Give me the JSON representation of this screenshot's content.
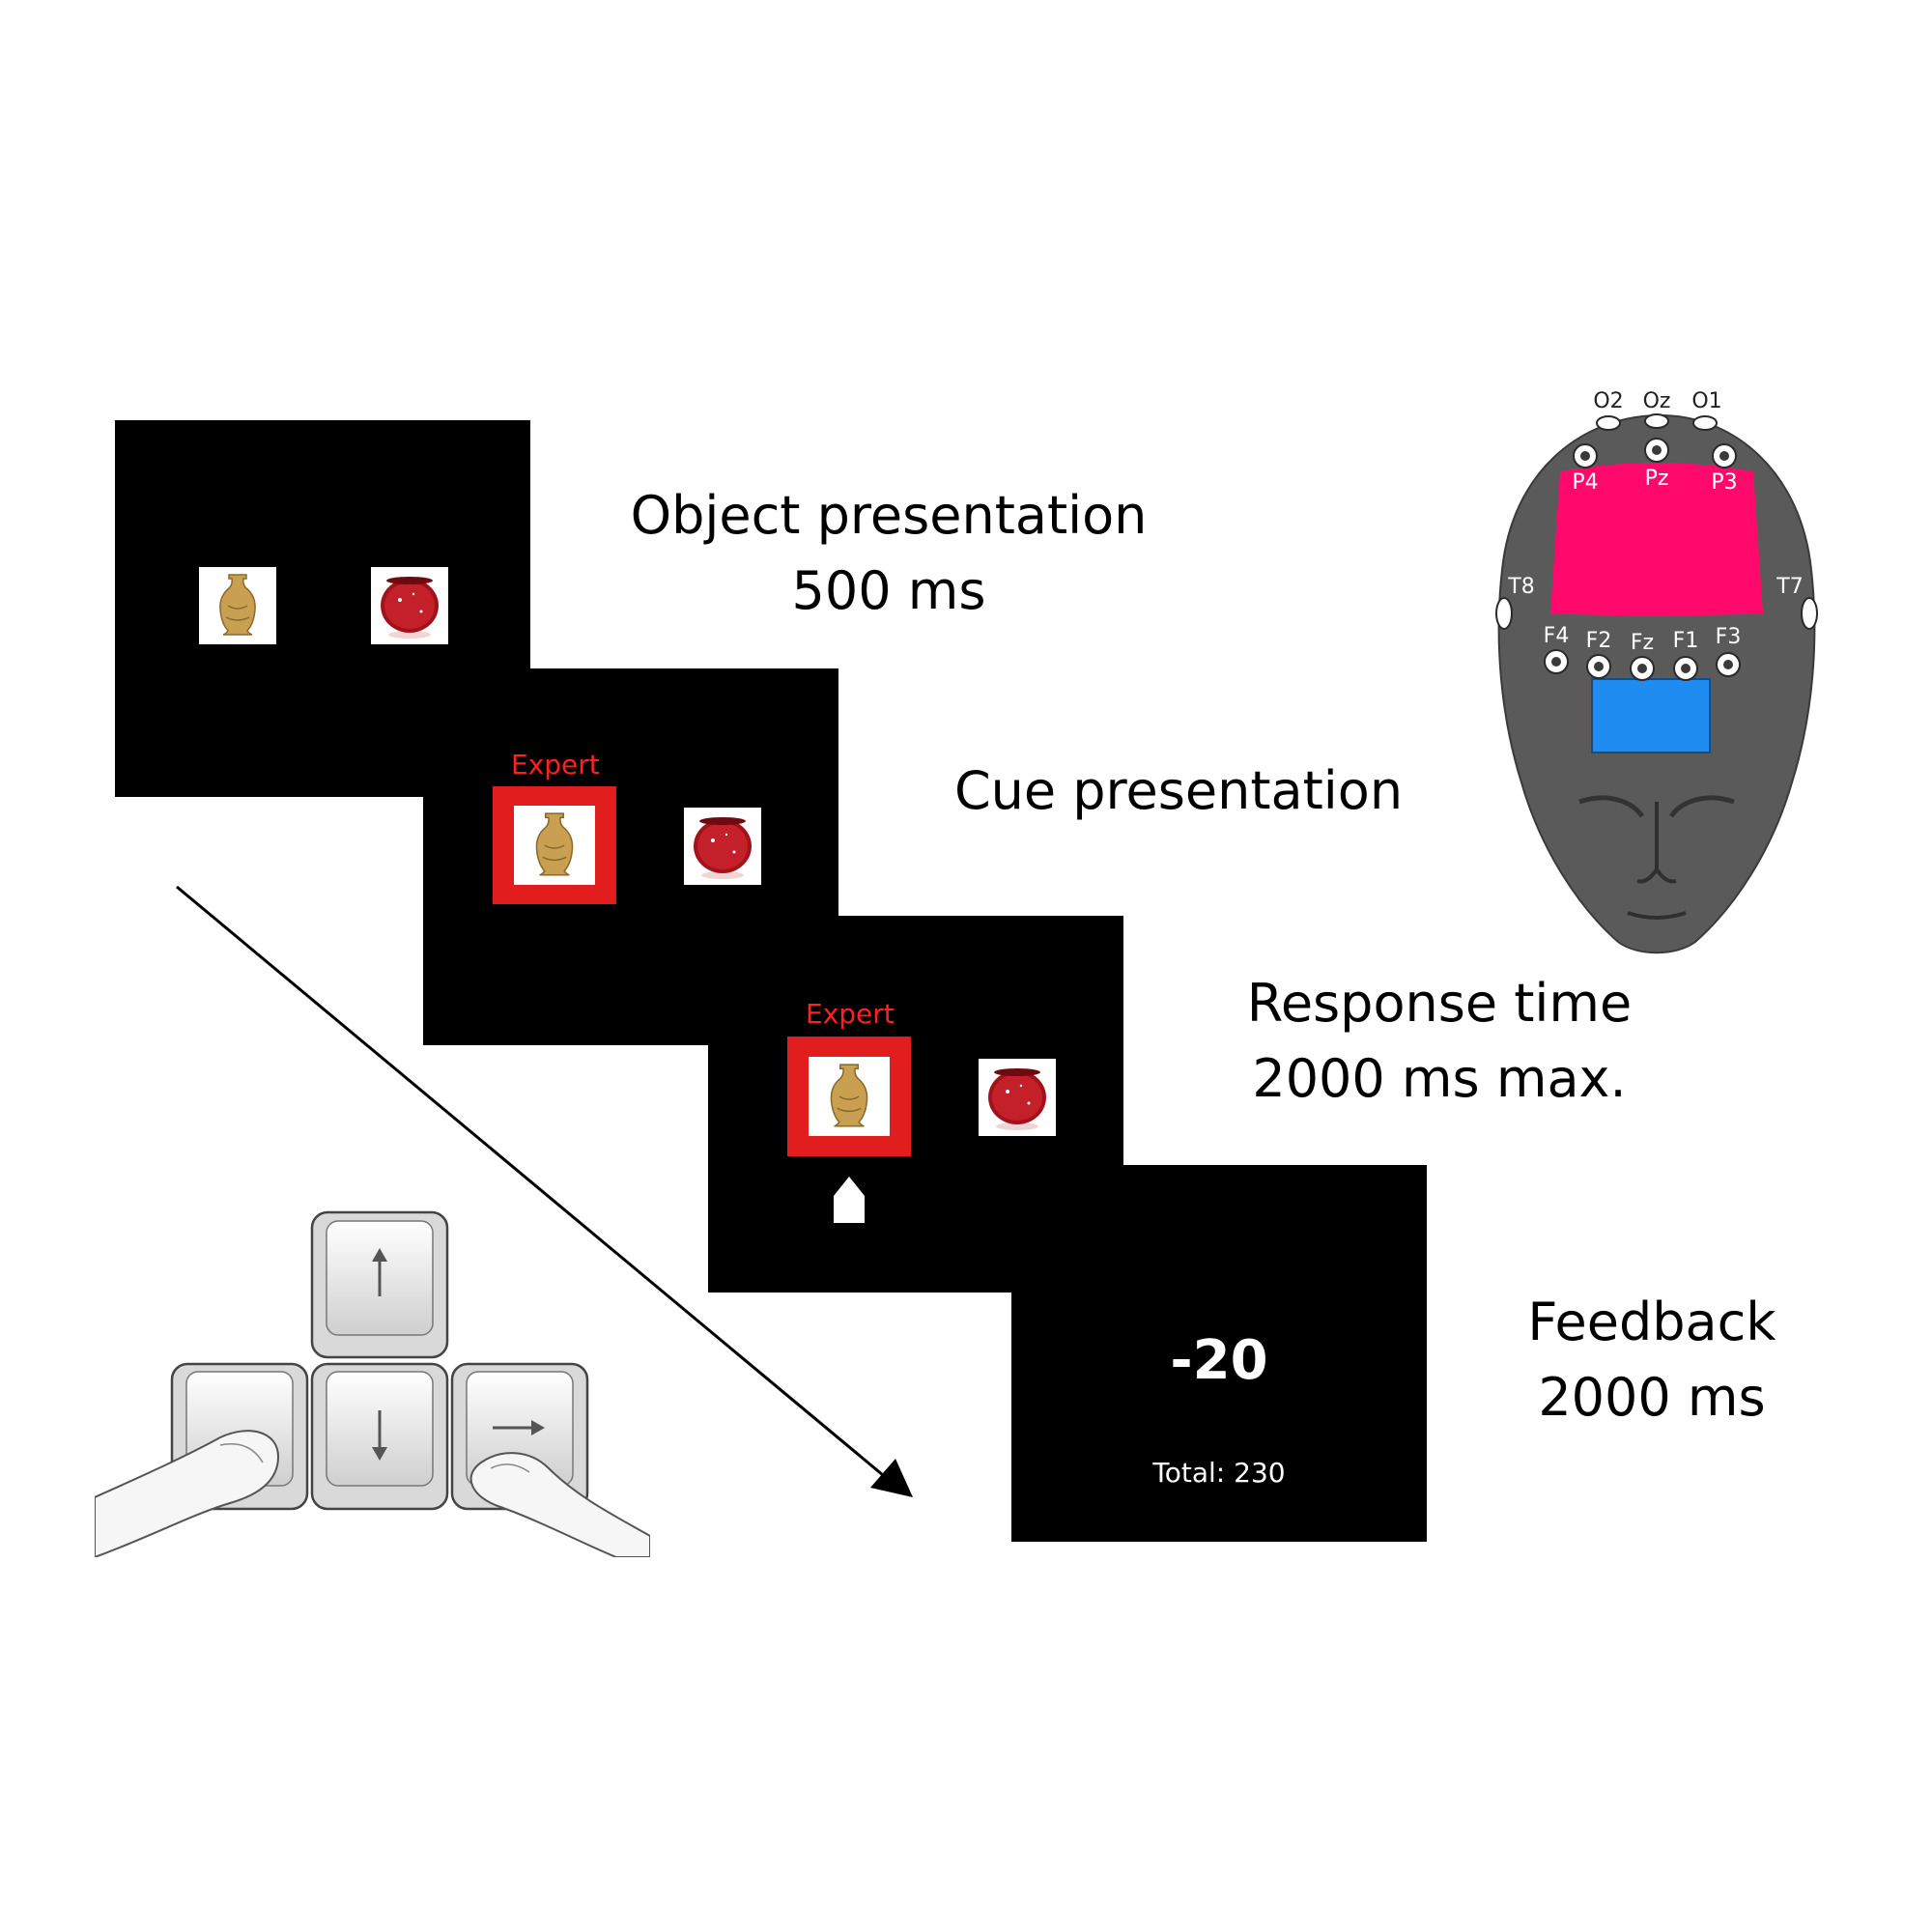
{
  "stages": [
    {
      "name": "Object presentation",
      "duration": "500 ms"
    },
    {
      "name": "Cue presentation",
      "duration": ""
    },
    {
      "name": "Response time",
      "duration": "2000 ms max."
    },
    {
      "name": "Feedback",
      "duration": "2000 ms"
    }
  ],
  "cue": {
    "label": "Expert",
    "color": "#e11d1d"
  },
  "feedback": {
    "score": "-20",
    "total": "Total: 230"
  },
  "electrodes": {
    "occipital": [
      "O2",
      "Oz",
      "O1"
    ],
    "parietal": [
      "P4",
      "Pz",
      "P3"
    ],
    "temporal": [
      "T8",
      "T7"
    ],
    "frontal": [
      "F4",
      "F2",
      "Fz",
      "F1",
      "F3"
    ]
  },
  "colors": {
    "screen": "#000000",
    "cue_frame": "#e11d1d",
    "target_region": "#ff0a6c",
    "reference_region": "#1e8cf0",
    "head": "#5a5a5a"
  },
  "icons": [
    "vase-icon",
    "red-bowl-icon",
    "arrow-up-icon",
    "arrow-keys-icon",
    "time-arrow-icon",
    "head-model-icon"
  ]
}
